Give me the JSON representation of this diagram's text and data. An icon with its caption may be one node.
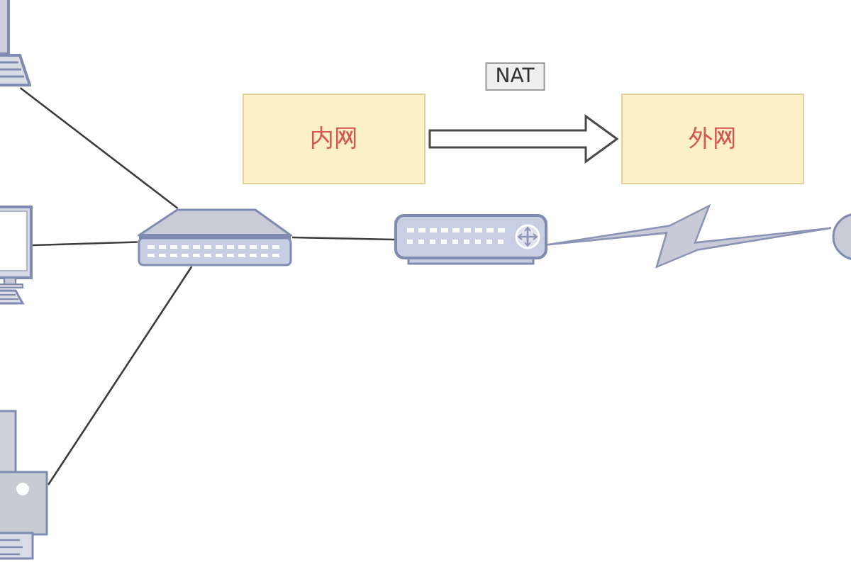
{
  "diagram": {
    "nodes": [
      {
        "text": [],
        "shape": "picture"
      },
      {
        "text": [
          "内网"
        ]
      },
      {
        "text": [
          "外网"
        ]
      },
      {
        "text": [],
        "shape": "picture"
      },
      {
        "text": [],
        "shape": "picture"
      },
      {
        "text": [],
        "shape": "picture"
      },
      {
        "text": [],
        "shape": "circle"
      },
      {
        "text": [],
        "shape": "picture"
      }
    ],
    "edges": [
      {
        "from": 0,
        "to": 4,
        "arrow": "none"
      },
      {
        "from": 3,
        "to": 4,
        "arrow": "none"
      },
      {
        "from": 7,
        "to": 4,
        "arrow": "none"
      },
      {
        "from": 4,
        "to": 5,
        "arrow": "none"
      },
      {
        "from": 5,
        "to": 6,
        "arrow": "none"
      },
      {
        "from": 1,
        "to": 2,
        "arrow": "to",
        "label": "NAT"
      }
    ]
  }
}
